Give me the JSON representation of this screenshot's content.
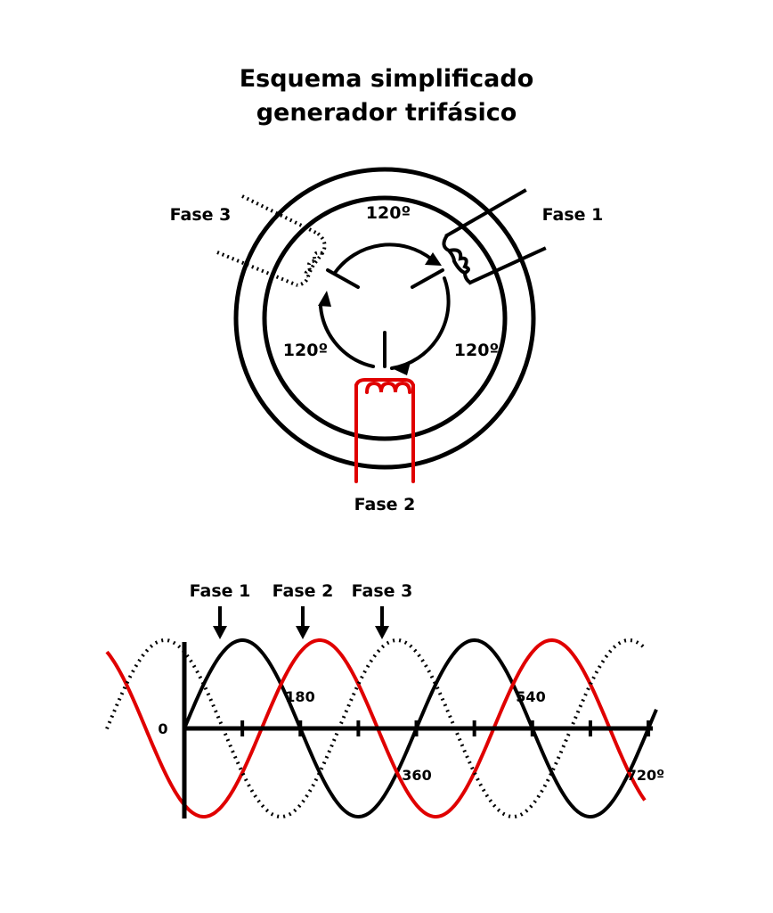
{
  "title_line1": "Esquema simplificado",
  "title_line2": "generador trifásico",
  "generator": {
    "phase1_label": "Fase 1",
    "phase2_label": "Fase 2",
    "phase3_label": "Fase 3",
    "angle_top": "120º",
    "angle_left": "120º",
    "angle_right": "120º"
  },
  "waveform": {
    "phase_labels": [
      "Fase 1",
      "Fase 2",
      "Fase 3"
    ],
    "origin_label": "0",
    "tick_labels": [
      "180",
      "360",
      "540",
      "720º"
    ]
  },
  "colors": {
    "phase1": "#000000",
    "phase2": "#e00000",
    "phase3": "#000000",
    "axis": "#000000"
  },
  "chart_data": {
    "type": "line",
    "x_unit": "degrees",
    "xlim": [
      0,
      720
    ],
    "series": [
      {
        "name": "Fase 1",
        "style": "solid",
        "color": "#000000",
        "phase_offset_deg": 0
      },
      {
        "name": "Fase 2",
        "style": "solid",
        "color": "#e00000",
        "phase_offset_deg": 120
      },
      {
        "name": "Fase 3",
        "style": "dotted",
        "color": "#000000",
        "phase_offset_deg": 240
      }
    ]
  }
}
